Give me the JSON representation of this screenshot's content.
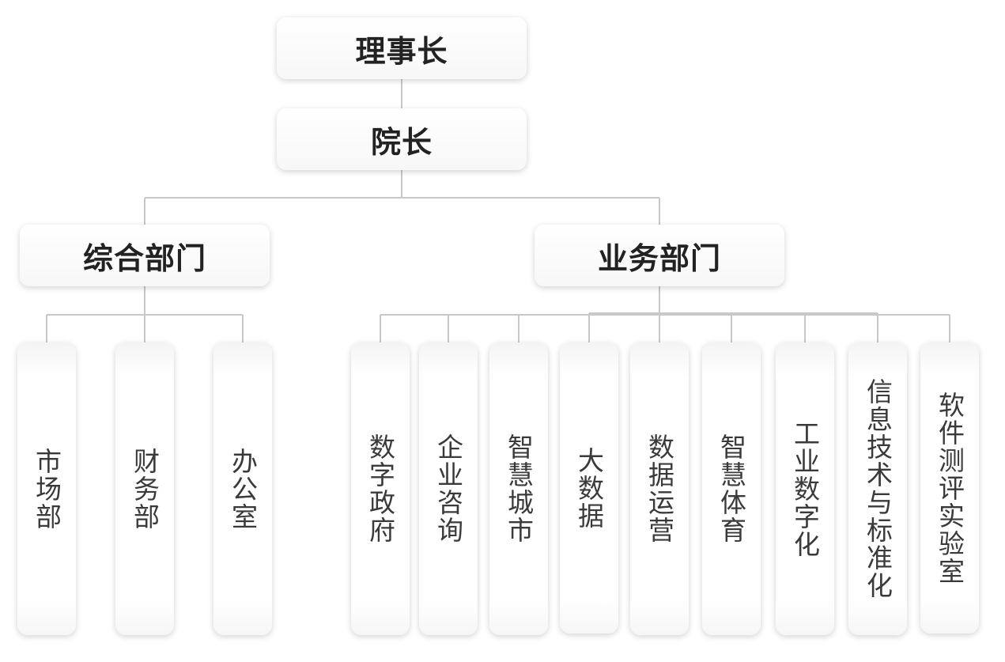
{
  "chairman": "理事长",
  "president": "院长",
  "groups": [
    {
      "name": "综合部门",
      "departments": [
        "市场部",
        "财务部",
        "办公室"
      ]
    },
    {
      "name": "业务部门",
      "departments": [
        "数字政府",
        "企业咨询",
        "智慧城市",
        "大数据",
        "数据运营",
        "智慧体育",
        "工业数字化",
        "信息技术与标准化",
        "软件测评实验室"
      ]
    }
  ],
  "colors": {
    "line": "#c8c8c8",
    "text": "#222222"
  }
}
